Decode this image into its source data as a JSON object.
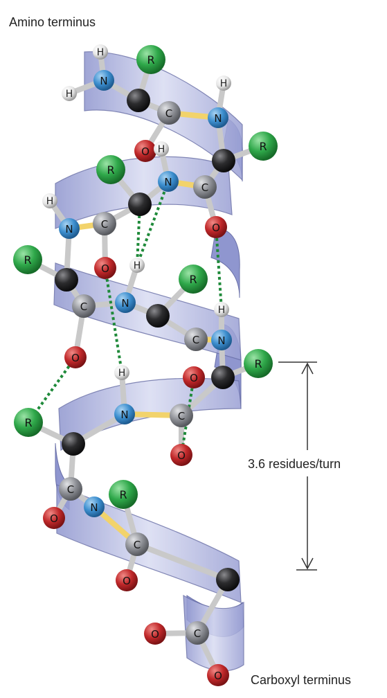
{
  "labels": {
    "amino": "Amino terminus",
    "carboxyl": "Carboxyl terminus",
    "turn": "3.6 residues/turn"
  },
  "colors": {
    "ribbon_front": "#b8bde6",
    "ribbon_back": "#8f96cf",
    "ribbon_edge": "#6a70a8",
    "bond": "#c9c9c9",
    "peptide_bond": "#f2d36b",
    "hbond": "#1f8a3a",
    "N": "#3d8fcf",
    "C": "#8e9096",
    "Ca": "#2c2c2e",
    "O": "#c0282a",
    "H": "#eeeeee",
    "R": "#2fa84a"
  },
  "atoms": [
    {
      "e": "H",
      "t": "H"
    },
    {
      "e": "H",
      "t": "H"
    },
    {
      "e": "N",
      "t": "N"
    },
    {
      "e": "R",
      "t": "R"
    },
    {
      "e": "Ca",
      "t": ""
    },
    {
      "e": "C",
      "t": "C"
    },
    {
      "e": "H",
      "t": "H"
    },
    {
      "e": "N",
      "t": "N"
    },
    {
      "e": "O",
      "t": "O"
    },
    {
      "e": "Ca",
      "t": ""
    },
    {
      "e": "R",
      "t": "R"
    },
    {
      "e": "H",
      "t": "H"
    },
    {
      "e": "N",
      "t": "N"
    },
    {
      "e": "C",
      "t": "C"
    },
    {
      "e": "R",
      "t": "R"
    },
    {
      "e": "Ca",
      "t": ""
    },
    {
      "e": "O",
      "t": "O"
    },
    {
      "e": "H",
      "t": "H"
    },
    {
      "e": "N",
      "t": "N"
    },
    {
      "e": "C",
      "t": "C"
    },
    {
      "e": "R",
      "t": "R"
    },
    {
      "e": "Ca",
      "t": ""
    },
    {
      "e": "O",
      "t": "O"
    },
    {
      "e": "H",
      "t": "H"
    },
    {
      "e": "C",
      "t": "C"
    },
    {
      "e": "N",
      "t": "N"
    },
    {
      "e": "R",
      "t": "R"
    },
    {
      "e": "Ca",
      "t": ""
    },
    {
      "e": "H",
      "t": "H"
    },
    {
      "e": "N",
      "t": "N"
    },
    {
      "e": "C",
      "t": "C"
    },
    {
      "e": "O",
      "t": "O"
    },
    {
      "e": "R",
      "t": "R"
    },
    {
      "e": "Ca",
      "t": ""
    },
    {
      "e": "O",
      "t": "O"
    },
    {
      "e": "R",
      "t": "R"
    },
    {
      "e": "Ca",
      "t": ""
    },
    {
      "e": "H",
      "t": "H"
    },
    {
      "e": "N",
      "t": "N"
    },
    {
      "e": "C",
      "t": "C"
    },
    {
      "e": "N",
      "t": "N"
    },
    {
      "e": "C",
      "t": "C"
    },
    {
      "e": "O",
      "t": "O"
    },
    {
      "e": "R",
      "t": "R"
    },
    {
      "e": "C",
      "t": "C"
    },
    {
      "e": "C",
      "t": "C"
    },
    {
      "e": "O",
      "t": "O"
    },
    {
      "e": "O",
      "t": "O"
    },
    {
      "e": "Ca",
      "t": ""
    },
    {
      "e": "O",
      "t": "O"
    },
    {
      "e": "O",
      "t": "O"
    }
  ]
}
